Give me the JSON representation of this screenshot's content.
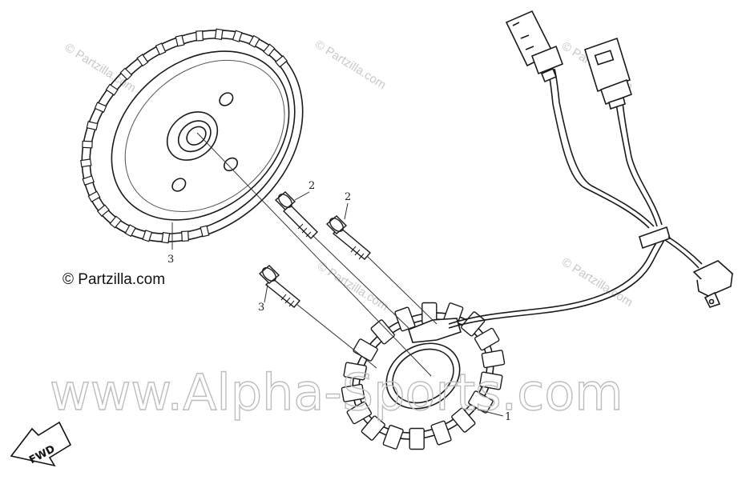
{
  "callouts": {
    "flywheel": "3",
    "bolt_upper_left": "2",
    "bolt_upper_right": "2",
    "bolt_lower": "3",
    "stator": "1"
  },
  "watermarks": {
    "small": "© Partzilla.com",
    "big": "www.Alpha-Sports.com"
  },
  "copyright": "© Partzilla.com",
  "direction_label": "FWD"
}
